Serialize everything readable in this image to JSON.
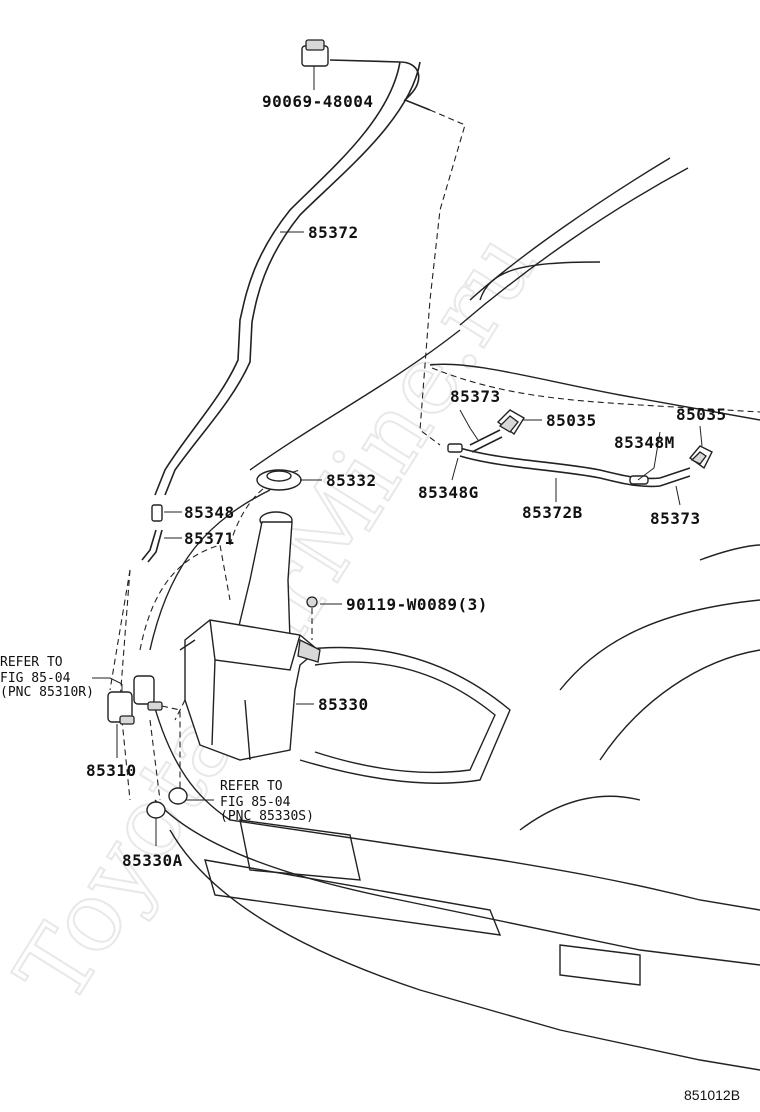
{
  "watermark": "ToyotaCarMine.ru",
  "figure_id": "851012B",
  "parts": {
    "p90069_48004": "90069-48004",
    "p85372": "85372",
    "p85332": "85332",
    "p85348": "85348",
    "p85371": "85371",
    "p90119": "90119-W0089(3)",
    "p85330": "85330",
    "p85310": "85310",
    "p85330A": "85330A",
    "p85373_top": "85373",
    "p85035_left": "85035",
    "p85035_right": "85035",
    "p85348M": "85348M",
    "p85348G": "85348G",
    "p85372B": "85372B",
    "p85373_bottom": "85373"
  },
  "refs": {
    "ref1_line1": "REFER TO",
    "ref1_line2": "FIG 85-04",
    "ref1_line3": "(PNC 85310R)",
    "ref2_line1": "REFER TO",
    "ref2_line2": "FIG 85-04",
    "ref2_line3": "(PNC 85330S)"
  }
}
